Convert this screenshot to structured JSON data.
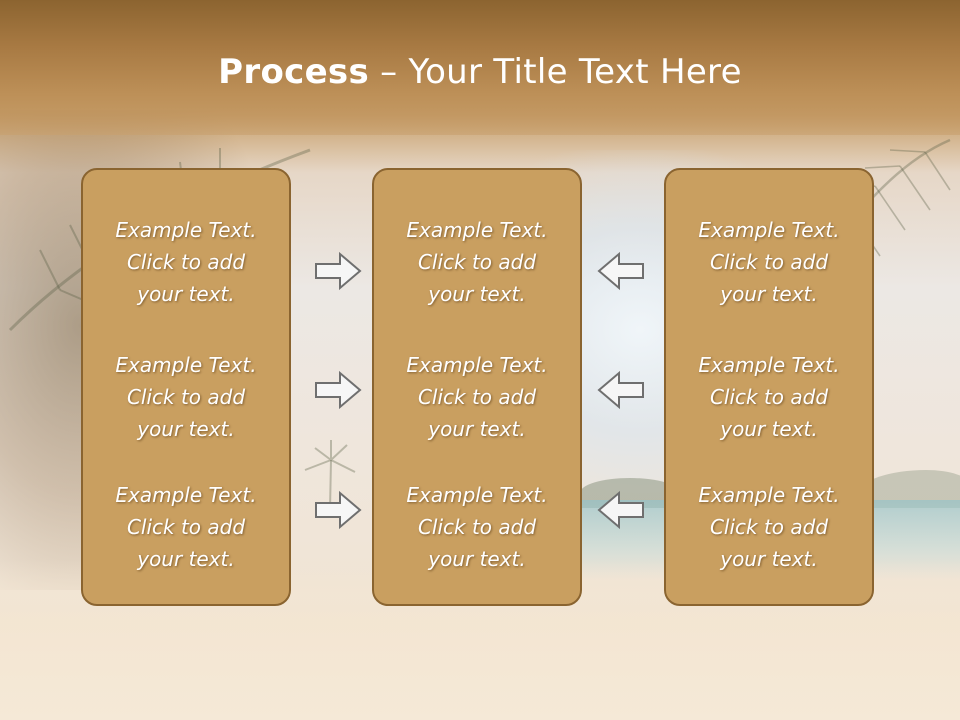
{
  "slide": {
    "title_bold": "Process",
    "title_rest": " – Your Title Text Here"
  },
  "panels": [
    {
      "items": [
        {
          "line1": "Example Text.",
          "line2": "Click  to add",
          "line3": "your text."
        },
        {
          "line1": "Example Text.",
          "line2": "Click  to add",
          "line3": "your text."
        },
        {
          "line1": "Example Text.",
          "line2": "Click  to add",
          "line3": "your text."
        }
      ]
    },
    {
      "items": [
        {
          "line1": "Example Text.",
          "line2": "Click  to add",
          "line3": "your text."
        },
        {
          "line1": "Example Text.",
          "line2": "Click  to add",
          "line3": "your text."
        },
        {
          "line1": "Example Text.",
          "line2": "Click  to add",
          "line3": "your text."
        }
      ]
    },
    {
      "items": [
        {
          "line1": "Example Text.",
          "line2": "Click  to add",
          "line3": "your text."
        },
        {
          "line1": "Example Text.",
          "line2": "Click  to add",
          "line3": "your text."
        },
        {
          "line1": "Example Text.",
          "line2": "Click  to add",
          "line3": "your text."
        }
      ]
    }
  ],
  "arrows": {
    "left_column": "arrow-right-icon",
    "right_column": "arrow-left-icon"
  },
  "colors": {
    "panel_fill": "#c99f60",
    "panel_border": "#8a6430",
    "title_bar": "#a87a43",
    "text": "#ffffff"
  }
}
